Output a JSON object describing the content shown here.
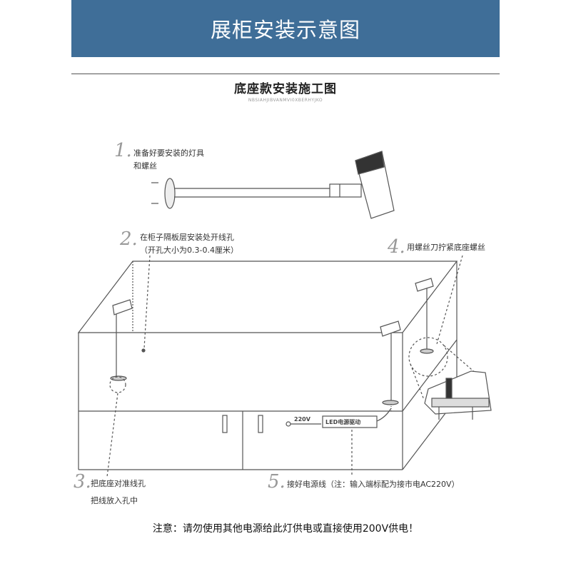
{
  "header": {
    "title": "展柜安装示意图"
  },
  "diagram": {
    "subtitle": "底座款安装施工图",
    "subtitle_en": "NBSIAHJIBVANMVI0XBERHYJKO",
    "steps": [
      {
        "num": "1.",
        "line1": "准备好要安装的灯具",
        "line2": "和螺丝"
      },
      {
        "num": "2.",
        "line1": "在柜子隔板层安装处开线孔",
        "line2": "（开孔大小为0.3-0.4厘米）"
      },
      {
        "num": "3.",
        "line1": "把底座对准线孔",
        "line2": "把线放入孔中"
      },
      {
        "num": "4.",
        "line1": "用螺丝刀拧紧底座螺丝"
      },
      {
        "num": "5.",
        "line1": "接好电源线（注：输入端标配为接市电AC220V）"
      }
    ],
    "voltage_label": "220V",
    "driver_label": "LED电源驱动"
  },
  "note": "注意：请勿使用其他电源给此灯供电或直接使用200V供电！",
  "colors": {
    "banner": "#3f6e98",
    "line": "#555555",
    "step_number": "#999999"
  }
}
